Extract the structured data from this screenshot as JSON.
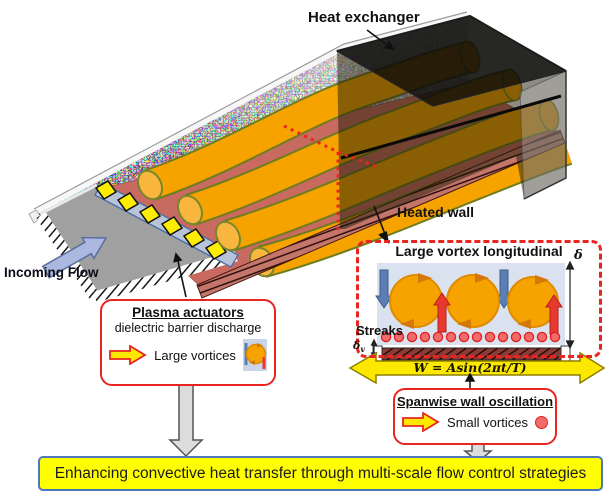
{
  "scene": {
    "heat_exchanger_label": "Heat exchanger",
    "heated_wall_label": "Heated wall",
    "incoming_flow_label": "Incoming Flow"
  },
  "plasma_box": {
    "title": "Plasma actuators",
    "subtitle": "dielectric barrier discharge",
    "item_label": "Large vortices"
  },
  "inset": {
    "title": "Large vortex longitudinal",
    "streaks_label": "Streaks",
    "delta_label": "δ",
    "delta_v_base": "δ",
    "delta_v_sub": "v",
    "formula": "W = Asin(2πt/T)"
  },
  "spanwise_box": {
    "title": "Spanwise wall oscillation",
    "item_label": "Small vortices"
  },
  "banner": {
    "text": "Enhancing convective heat transfer through multi-scale flow control strategies"
  },
  "colors": {
    "accent_red": "#e8251f",
    "tube_orange": "#f6a300",
    "actuator_yellow": "#ffed00",
    "arrow_yellow": "#ffe800",
    "banner_yellow": "#ffff00",
    "panel_blue": "#dbe2ef",
    "wall_salmon": "#c96a60",
    "flow_arrow_blue": "#abb8df",
    "vortex_blue_arrow": "#5b7fb5",
    "vortex_red_arrow": "#e8392e"
  }
}
